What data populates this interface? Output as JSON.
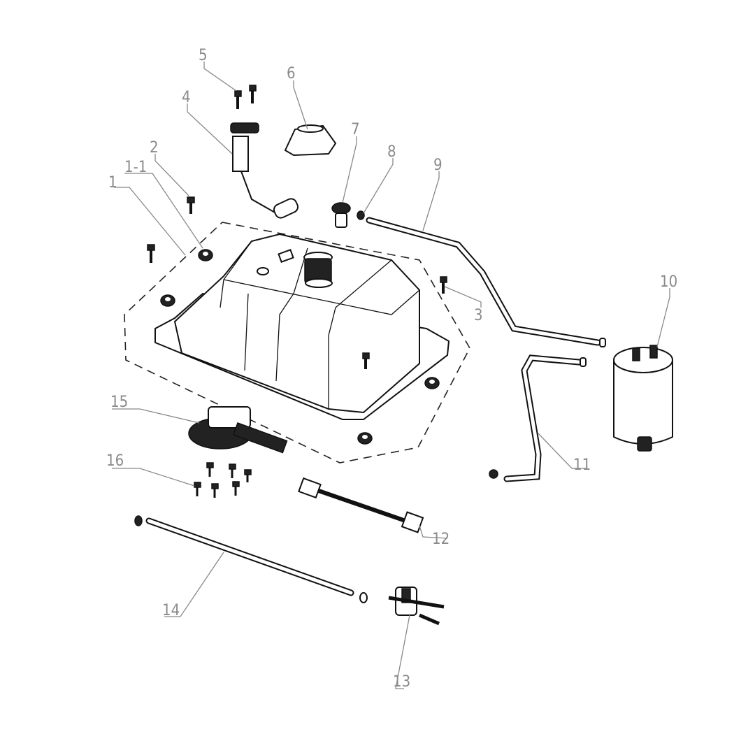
{
  "diagram": {
    "callouts": [
      "1",
      "1-1",
      "2",
      "3",
      "4",
      "5",
      "6",
      "7",
      "8",
      "9",
      "10",
      "11",
      "12",
      "13",
      "14",
      "15",
      "16"
    ]
  }
}
